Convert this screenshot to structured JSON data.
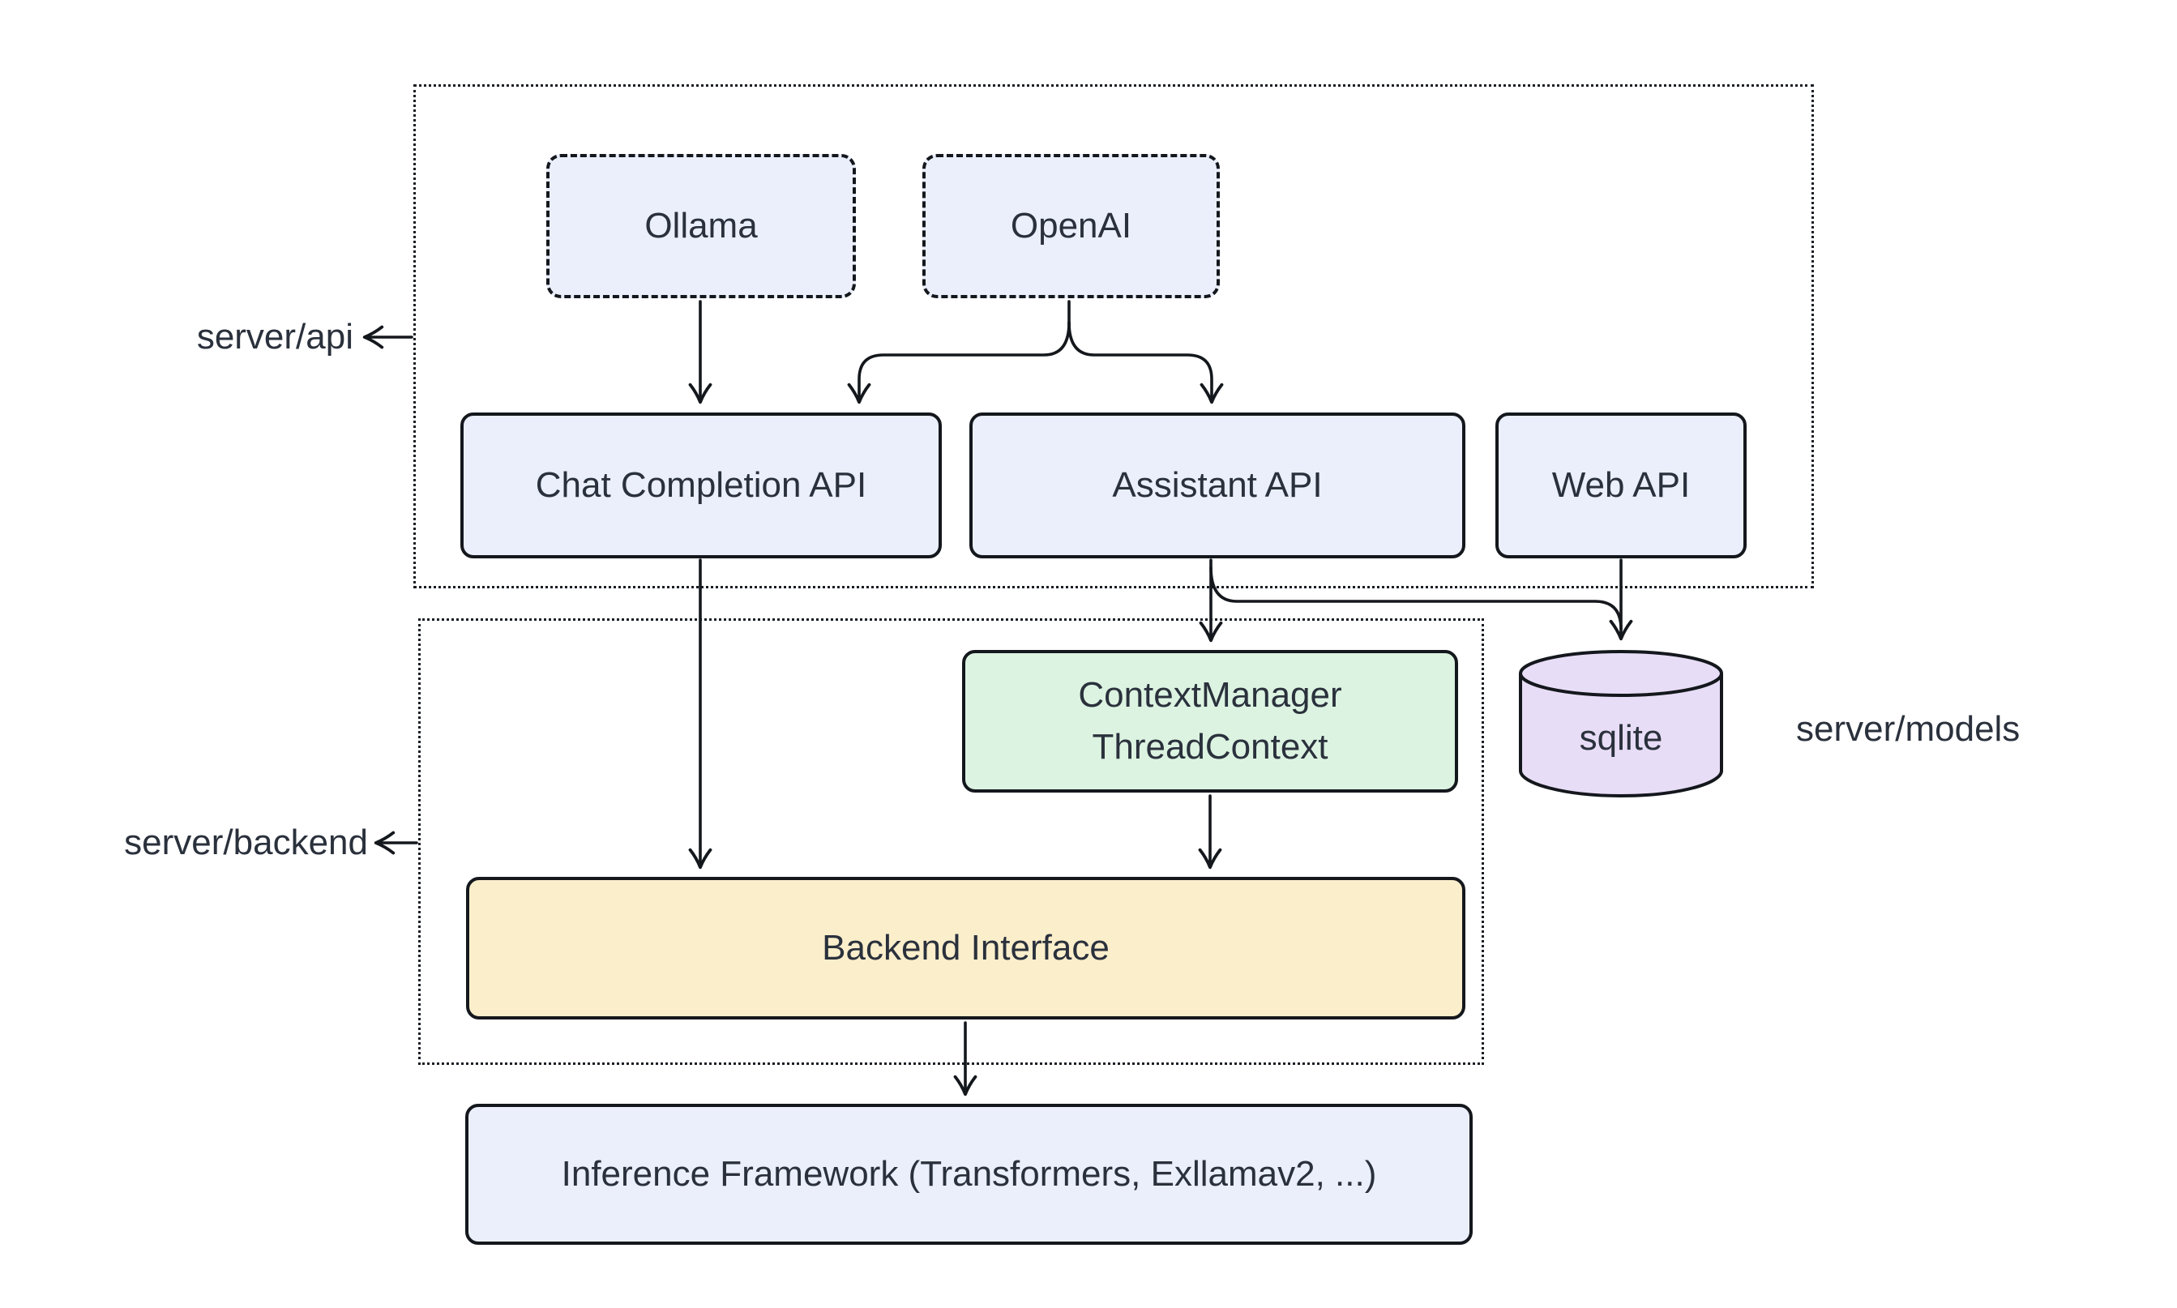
{
  "diagram_title": "",
  "containers": {
    "server_api": {
      "label": "server/api"
    },
    "server_backend": {
      "label": "server/backend"
    },
    "server_models": {
      "label": "server/models"
    }
  },
  "nodes": {
    "ollama": {
      "label": "Ollama",
      "style": "dashed-blue"
    },
    "openai": {
      "label": "OpenAI",
      "style": "dashed-blue"
    },
    "chat_completion_api": {
      "label": "Chat Completion API",
      "style": "solid-blue"
    },
    "assistant_api": {
      "label": "Assistant API",
      "style": "solid-blue"
    },
    "web_api": {
      "label": "Web API",
      "style": "solid-blue"
    },
    "context_manager": {
      "line1": "ContextManager",
      "line2": "ThreadContext",
      "style": "solid-green"
    },
    "sqlite": {
      "label": "sqlite",
      "style": "cylinder-purple"
    },
    "backend_interface": {
      "label": "Backend Interface",
      "style": "solid-yellow"
    },
    "inference_framework": {
      "label": "Inference Framework (Transformers, Exllamav2, ...)",
      "style": "solid-blue"
    }
  },
  "edges": [
    {
      "from": "ollama",
      "to": "chat_completion_api"
    },
    {
      "from": "openai",
      "to": "chat_completion_api"
    },
    {
      "from": "openai",
      "to": "assistant_api"
    },
    {
      "from": "chat_completion_api",
      "to": "backend_interface"
    },
    {
      "from": "assistant_api",
      "to": "context_manager"
    },
    {
      "from": "assistant_api",
      "to": "sqlite"
    },
    {
      "from": "web_api",
      "to": "sqlite"
    },
    {
      "from": "context_manager",
      "to": "backend_interface"
    },
    {
      "from": "backend_interface",
      "to": "inference_framework"
    }
  ],
  "colors": {
    "background": "#ffffff",
    "node_blue": "#eaeffb",
    "node_green": "#dcf3e1",
    "node_yellow": "#fbeecb",
    "node_purple": "#e8ddf6",
    "border": "#14181d",
    "text": "#2a313c"
  }
}
